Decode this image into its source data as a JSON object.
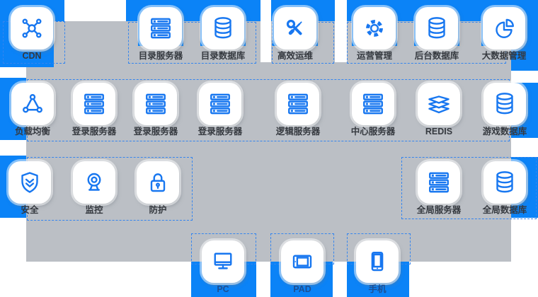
{
  "diagram_title": "game-architecture-diagram",
  "colors": {
    "bar_blue": "#0b83f7",
    "icon_blue": "#1877f0",
    "panel_gray": "#bbbfc5",
    "dashed_outline": "#3585ee",
    "label_dark": "#35393f",
    "device_label_navy": "#1d4f93"
  },
  "nodes": [
    {
      "label": "CDN",
      "icon": "cdn-network-icon"
    },
    {
      "label": "目录服务器",
      "icon": "server-rack-icon"
    },
    {
      "label": "目录数据库",
      "icon": "database-icon"
    },
    {
      "label": "高效运维",
      "icon": "tools-icon"
    },
    {
      "label": "运营管理",
      "icon": "gear-icon"
    },
    {
      "label": "后台数据库",
      "icon": "database-icon"
    },
    {
      "label": "大数据管理",
      "icon": "pie-chart-icon"
    },
    {
      "label": "负载均衡",
      "icon": "load-balancer-icon"
    },
    {
      "label": "登录服务器",
      "icon": "server-rack-icon"
    },
    {
      "label": "登录服务器",
      "icon": "server-rack-icon"
    },
    {
      "label": "登录服务器",
      "icon": "server-rack-icon"
    },
    {
      "label": "逻辑服务器",
      "icon": "server-rack-icon"
    },
    {
      "label": "中心服务器",
      "icon": "server-rack-icon"
    },
    {
      "label": "REDIS",
      "icon": "layers-icon"
    },
    {
      "label": "游戏数据库",
      "icon": "database-icon"
    },
    {
      "label": "安全",
      "icon": "shield-icon"
    },
    {
      "label": "监控",
      "icon": "webcam-icon"
    },
    {
      "label": "防护",
      "icon": "lock-icon"
    },
    {
      "label": "全局服务器",
      "icon": "server-rack-icon"
    },
    {
      "label": "全局数据库",
      "icon": "database-icon"
    },
    {
      "label": "PC",
      "icon": "monitor-icon"
    },
    {
      "label": "PAD",
      "icon": "tablet-icon"
    },
    {
      "label": "手机",
      "icon": "phone-icon"
    }
  ]
}
